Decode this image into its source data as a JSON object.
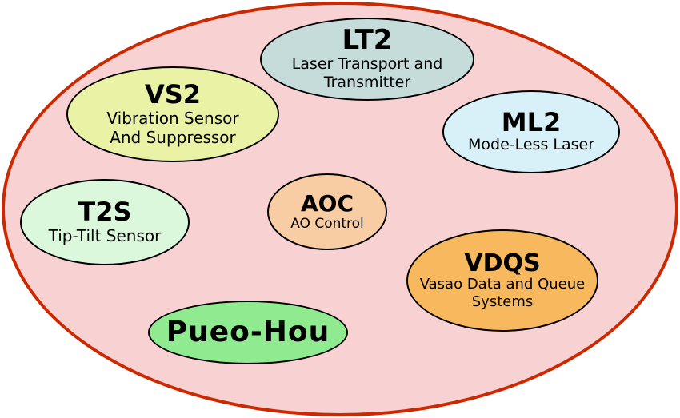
{
  "diagram": {
    "container": {
      "fill": "#F8D2D2",
      "border_color": "#CC2900"
    },
    "nodes": {
      "lt2": {
        "title": "LT2",
        "subtitle": "Laser Transport and\nTransmitter",
        "fill": "#C6DCDA"
      },
      "vs2": {
        "title": "VS2",
        "subtitle": "Vibration Sensor\nAnd Suppressor",
        "fill": "#EAF2A6"
      },
      "ml2": {
        "title": "ML2",
        "subtitle": "Mode-Less Laser",
        "fill": "#D8F0F8"
      },
      "t2s": {
        "title": "T2S",
        "subtitle": "Tip-Tilt Sensor",
        "fill": "#DCF8DC"
      },
      "aoc": {
        "title": "AOC",
        "subtitle": "AO Control",
        "fill": "#F8CDA4"
      },
      "vdqs": {
        "title": "VDQS",
        "subtitle": "Vasao Data and Queue\nSystems",
        "fill": "#F8B95E"
      },
      "pueo": {
        "title": "Pueo-Hou",
        "subtitle": "",
        "fill": "#90EA90"
      }
    }
  }
}
